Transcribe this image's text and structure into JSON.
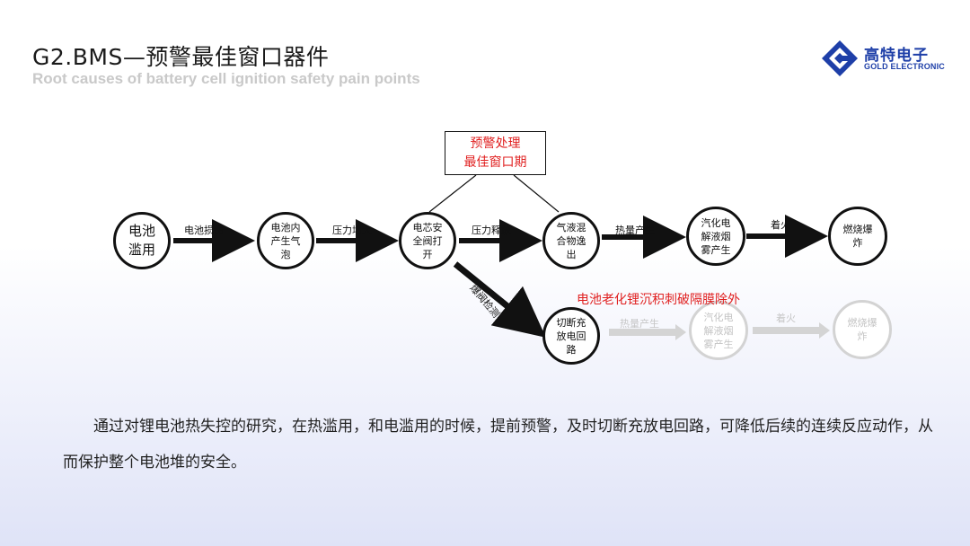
{
  "header": {
    "title": "G2.BMS—预警最佳窗口器件",
    "subtitle": "Root causes of battery cell ignition safety pain points"
  },
  "logo": {
    "cn": "高特电子",
    "en": "GOLD ELECTRONIC"
  },
  "warning_box": "预警处理\n最佳窗口期",
  "red_note": "电池老化锂沉积刺破隔膜除外",
  "nodes": {
    "abuse": "电池\n滥用",
    "gas": "电池内\n产生气\n泡",
    "vent": "电芯安\n全阀打\n开",
    "mix": "气液混\n合物逸\n出",
    "smoke": "汽化电\n解液烟\n雾产生",
    "burn": "燃烧爆\n炸",
    "cutoff": "切断充\n放电回\n路",
    "smoke2": "汽化电\n解液烟\n雾产生",
    "burn2": "燃烧爆\n炸"
  },
  "edges": {
    "damage": "电池损伤",
    "pressure_up": "压力增大",
    "pressure_release": "压力释放",
    "heat": "热量产生",
    "ignite": "着火",
    "vent_detect": "爆阀检测",
    "heat2": "热量产生",
    "ignite2": "着火"
  },
  "paragraph": "通过对锂电池热失控的研究，在热滥用，和电滥用的时候，提前预警，及时切断充放电回路，可降低后续的连续反应动作，从而保护整个电池堆的安全。",
  "colors": {
    "accent_red": "#e02020",
    "brand_blue": "#1e3fa8",
    "faded": "#c8c8c8"
  }
}
